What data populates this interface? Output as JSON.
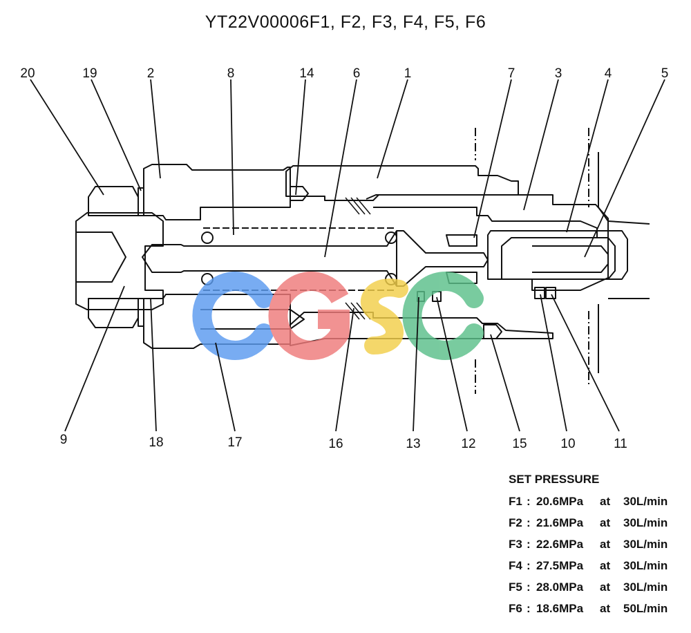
{
  "title": "YT22V00006F1, F2, F3, F4, F5, F6",
  "labels": [
    "20",
    "19",
    "2",
    "8",
    "14",
    "6",
    "1",
    "7",
    "3",
    "4",
    "5",
    "9",
    "18",
    "17",
    "16",
    "13",
    "12",
    "15",
    "10",
    "11"
  ],
  "watermark": {
    "text": "CGSC",
    "colors": [
      "#5b9bf0",
      "#ef7b7b",
      "#f2cf4a",
      "#5bbf8a"
    ]
  },
  "set_pressure": {
    "header": "SET PRESSURE",
    "rows": [
      {
        "key": "F1",
        "value": "20.6MPa",
        "at": "at",
        "flow": "30L/min"
      },
      {
        "key": "F2",
        "value": "21.6MPa",
        "at": "at",
        "flow": "30L/min"
      },
      {
        "key": "F3",
        "value": "22.6MPa",
        "at": "at",
        "flow": "30L/min"
      },
      {
        "key": "F4",
        "value": "27.5MPa",
        "at": "at",
        "flow": "30L/min"
      },
      {
        "key": "F5",
        "value": "28.0MPa",
        "at": "at",
        "flow": "30L/min"
      },
      {
        "key": "F6",
        "value": "18.6MPa",
        "at": "at",
        "flow": "50L/min"
      }
    ]
  }
}
